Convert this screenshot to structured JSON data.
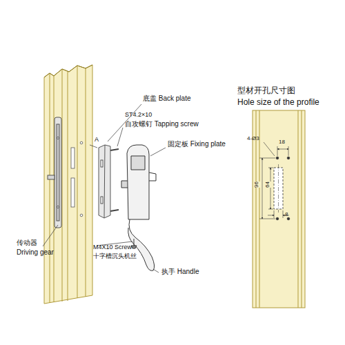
{
  "diagram": {
    "labels": [
      "底盖 Back plate",
      "ST4.2×10",
      "自攻螺钉 Tapping screw",
      "固定板 Fixing plate",
      "A",
      "传动器",
      "Driving gear",
      "M4X10 Screw",
      "十字槽沉头机丝",
      "执手 Handle",
      "型材开孔尺寸图",
      "Hole size of the profile",
      "4-Ø3",
      "18",
      "96",
      "64",
      "8"
    ]
  }
}
